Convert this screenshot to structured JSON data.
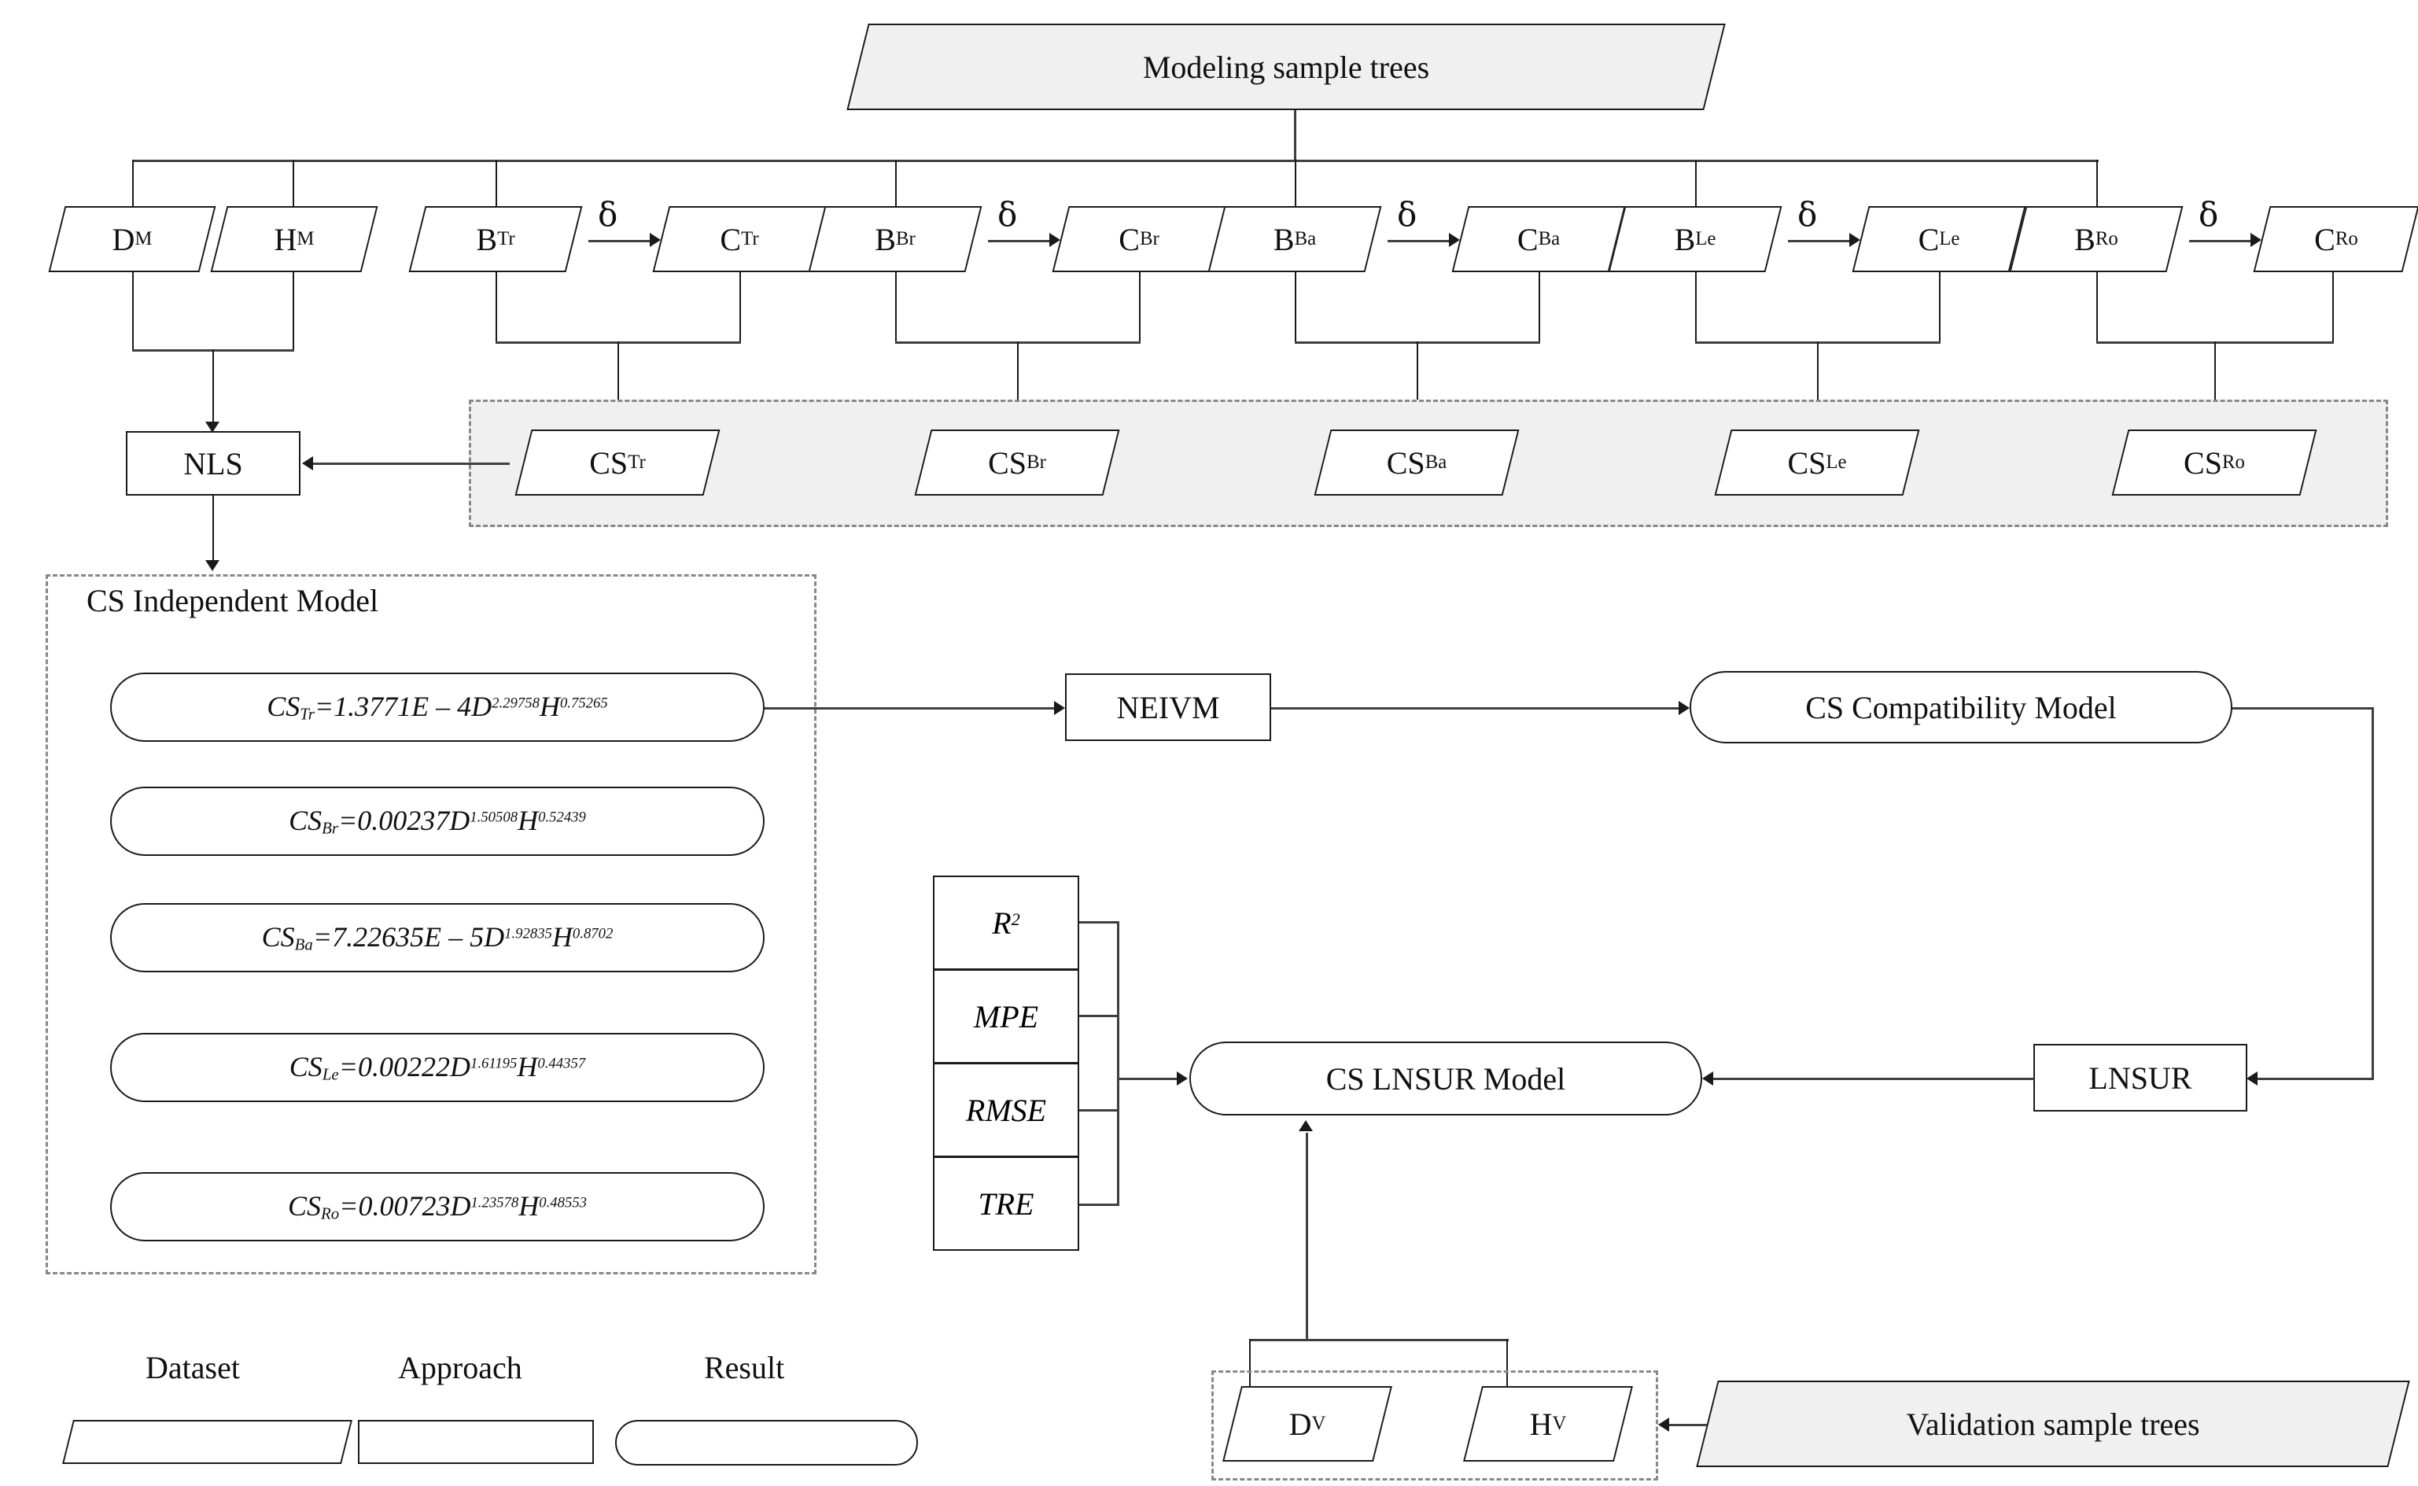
{
  "diagram": {
    "title_top": "Modeling sample trees",
    "validation_source": "Validation sample trees",
    "delta_symbol": "δ"
  },
  "top_inputs": [
    {
      "id": "D_M",
      "base": "D",
      "sub": "M"
    },
    {
      "id": "H_M",
      "base": "H",
      "sub": "M"
    }
  ],
  "biomass_pairs": [
    {
      "b_base": "B",
      "b_sub": "Tr",
      "c_base": "C",
      "c_sub": "Tr",
      "cs_base": "CS",
      "cs_sub": "Tr"
    },
    {
      "b_base": "B",
      "b_sub": "Br",
      "c_base": "C",
      "c_sub": "Br",
      "cs_base": "CS",
      "cs_sub": "Br"
    },
    {
      "b_base": "B",
      "b_sub": "Ba",
      "c_base": "C",
      "c_sub": "Ba",
      "cs_base": "CS",
      "cs_sub": "Ba"
    },
    {
      "b_base": "B",
      "b_sub": "Le",
      "c_base": "C",
      "c_sub": "Le",
      "cs_base": "CS",
      "cs_sub": "Le"
    },
    {
      "b_base": "B",
      "b_sub": "Ro",
      "c_base": "C",
      "c_sub": "Ro",
      "cs_base": "CS",
      "cs_sub": "Ro"
    }
  ],
  "approaches": {
    "nls": "NLS",
    "neivm": "NEIVM",
    "lnsur": "LNSUR"
  },
  "results": {
    "cs_compatibility_model": "CS Compatibility Model",
    "cs_lnsur_model": "CS LNSUR Model"
  },
  "independent_model": {
    "heading": "CS Independent Model",
    "equations": [
      {
        "lhs_base": "CS",
        "lhs_sub": "Tr",
        "coef": "=1.3771E – 4D",
        "d_exp": "2.29758",
        "h_base": "H",
        "h_exp": "0.75265"
      },
      {
        "lhs_base": "CS",
        "lhs_sub": "Br",
        "coef": "=0.00237D",
        "d_exp": "1.50508",
        "h_base": "H",
        "h_exp": "0.52439"
      },
      {
        "lhs_base": "CS",
        "lhs_sub": "Ba",
        "coef": "=7.22635E – 5D",
        "d_exp": "1.92835",
        "h_base": "H",
        "h_exp": "0.8702"
      },
      {
        "lhs_base": "CS",
        "lhs_sub": "Le",
        "coef": "=0.00222D",
        "d_exp": "1.61195",
        "h_base": "H",
        "h_exp": "0.44357"
      },
      {
        "lhs_base": "CS",
        "lhs_sub": "Ro",
        "coef": "=0.00723D",
        "d_exp": "1.23578",
        "h_base": "H",
        "h_exp": "0.48553"
      }
    ]
  },
  "metrics": [
    {
      "label": "R",
      "sup": "2"
    },
    {
      "label": "MPE",
      "sup": ""
    },
    {
      "label": "RMSE",
      "sup": ""
    },
    {
      "label": "TRE",
      "sup": ""
    }
  ],
  "validation_inputs": [
    {
      "base": "D",
      "sub": "V"
    },
    {
      "base": "H",
      "sub": "V"
    }
  ],
  "legend": {
    "items": [
      {
        "label": "Dataset",
        "shape": "parallelogram"
      },
      {
        "label": "Approach",
        "shape": "rectangle"
      },
      {
        "label": "Result",
        "shape": "stadium"
      }
    ]
  },
  "colors": {
    "stroke": "#1a1a1a",
    "connector": "#3f3f3f",
    "dashed": "#888888",
    "shade": "#f0f0f0"
  }
}
